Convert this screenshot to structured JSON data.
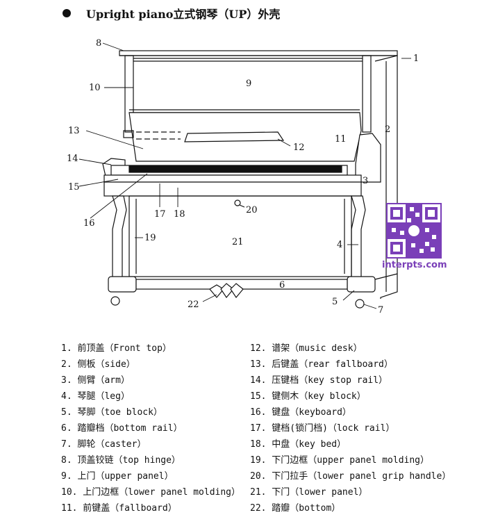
{
  "title": "Upright piano立式钢琴（UP）外壳",
  "callouts": [
    "1",
    "2",
    "3",
    "4",
    "5",
    "6",
    "7",
    "8",
    "9",
    "10",
    "11",
    "12",
    "13",
    "14",
    "15",
    "16",
    "17",
    "18",
    "19",
    "20",
    "21",
    "22"
  ],
  "legend_left": [
    "1. 前顶盖（Front top）",
    "2. 侧板（side）",
    "3. 侧臂（arm）",
    "4. 琴腿（leg）",
    "5. 琴脚（toe block）",
    "6. 踏瓣档（bottom rail）",
    "7. 脚轮（caster）",
    "8. 顶盖铰链（top hinge）",
    "9. 上门（upper panel）",
    "10. 上门边框（lower panel molding）",
    "11. 前键盖（fallboard）"
  ],
  "legend_right": [
    "12. 谱架（music desk）",
    "13. 后键盖（rear fallboard）",
    "14. 压键档（key stop rail）",
    "15. 键侧木（key block）",
    "16. 键盘（keyboard）",
    "17. 键档(锁门档)（lock rail）",
    "18. 中盘（key bed）",
    "19. 下门边框（upper panel molding）",
    "20. 下门拉手（lower panel grip handle）",
    "21. 下门（lower panel）",
    "22. 踏瓣（bottom）"
  ],
  "watermark": {
    "text": "interpts.com",
    "color": "#7a3fb8",
    "icon": "qr-code-icon"
  }
}
